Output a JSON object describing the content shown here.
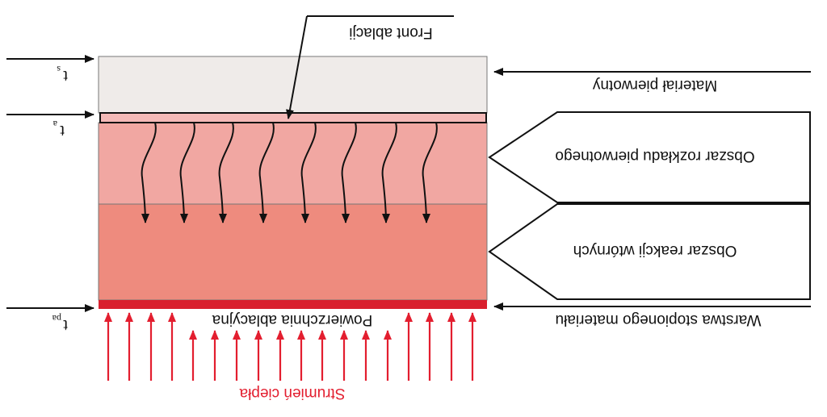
{
  "labels": {
    "front": "Front ablacji",
    "primary_material": "Materiał pierwotny",
    "decomposition_zone": "Obszar rozkładu pierwotnego",
    "secondary_reactions_zone": "Obszar reakcji wtórnych",
    "melted_layer": "Warstwa stopionego materiału",
    "ablative_surface": "Powierzchnia ablacyjna",
    "heat_flux": "Strumień ciepła"
  },
  "temps": {
    "t_s_main": "t",
    "t_s_sub": "s",
    "t_a_main": "t",
    "t_a_sub": "a",
    "t_pa_main": "t",
    "t_pa_sub": "pa"
  },
  "colors": {
    "primary_material": "#efebe9",
    "ablation_front": "#f4b9b7",
    "decomposition_zone": "#f1a7a2",
    "secondary_zone": "#ee8b7e",
    "melted_layer": "#d9202e",
    "heat_arrows": "#e31e2f",
    "line": "#111111"
  }
}
